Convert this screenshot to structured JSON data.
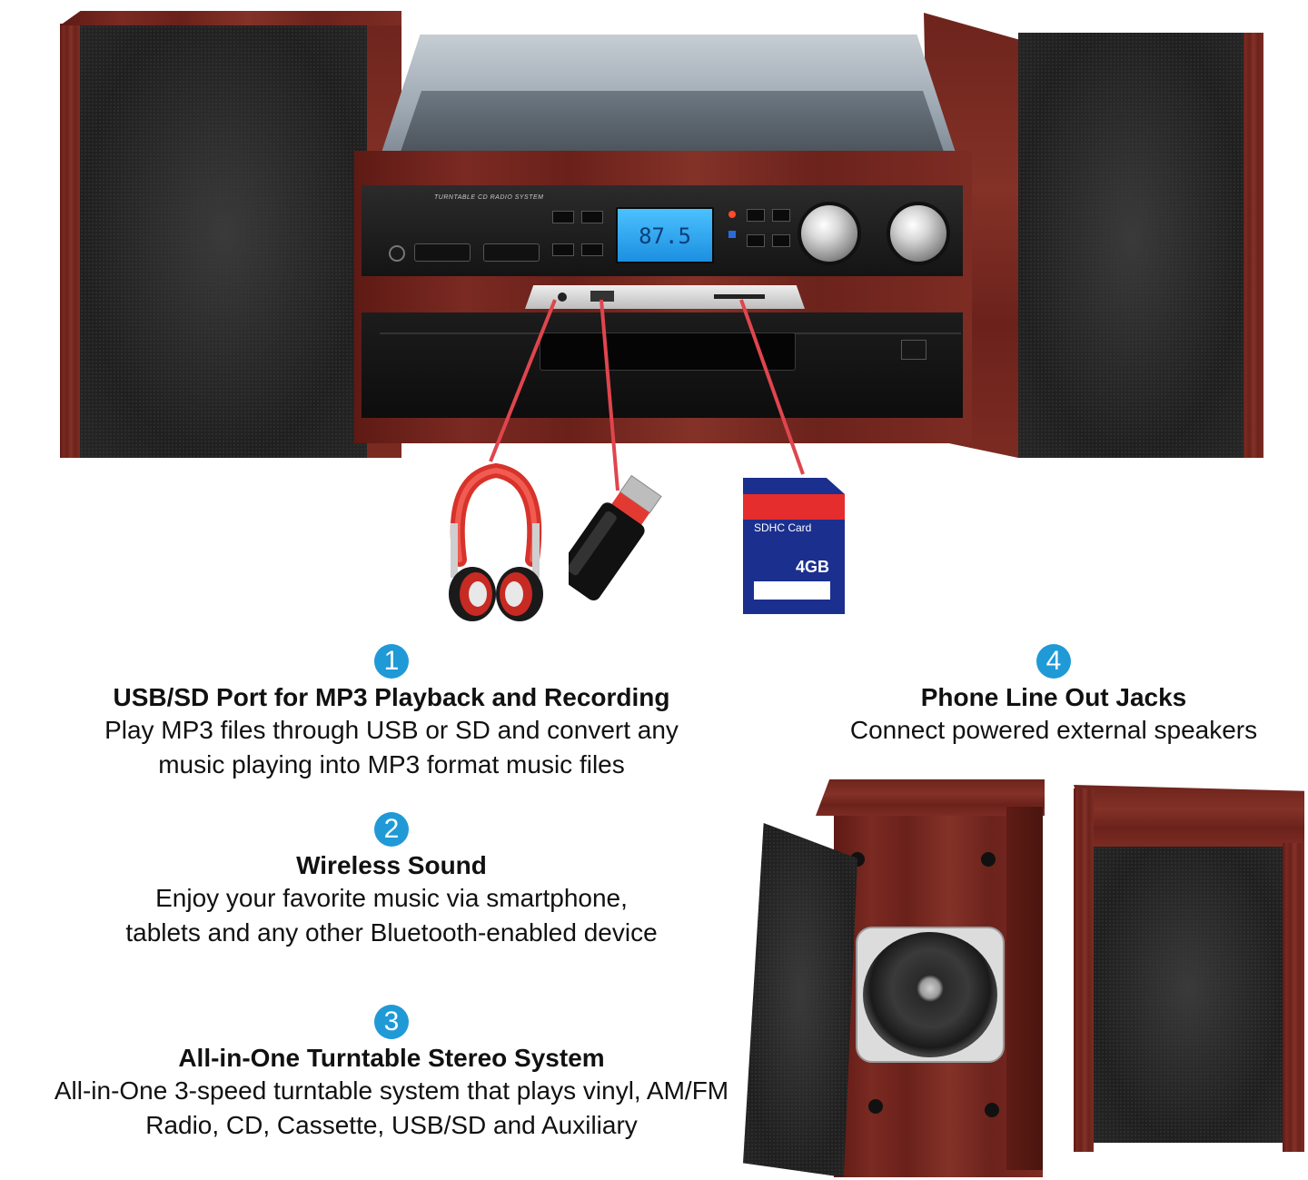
{
  "device": {
    "header_label": "TURNTABLE CD RADIO SYSTEM",
    "lcd_value": "87.5",
    "card_label": "SDHC Card",
    "card_capacity": "4GB"
  },
  "features": [
    {
      "number": "1",
      "title": "USB/SD Port for MP3 Playback and Recording",
      "description": "Play MP3 files through USB or SD and convert any music playing into MP3 format music files"
    },
    {
      "number": "2",
      "title": "Wireless Sound",
      "description": "Enjoy your favorite music via smartphone, tablets and any other Bluetooth-enabled device"
    },
    {
      "number": "3",
      "title": "All-in-One Turntable Stereo System",
      "description": "All-in-One 3-speed turntable system that plays vinyl, AM/FM Radio, CD, Cassette, USB/SD and Auxiliary"
    },
    {
      "number": "4",
      "title": "Phone Line Out Jacks",
      "description": "Connect powered external speakers"
    }
  ],
  "colors": {
    "badge": "#1f9ad6",
    "pointer": "#e0454d",
    "wood": "#7a2a22",
    "lcd": "#2fa8f0"
  }
}
